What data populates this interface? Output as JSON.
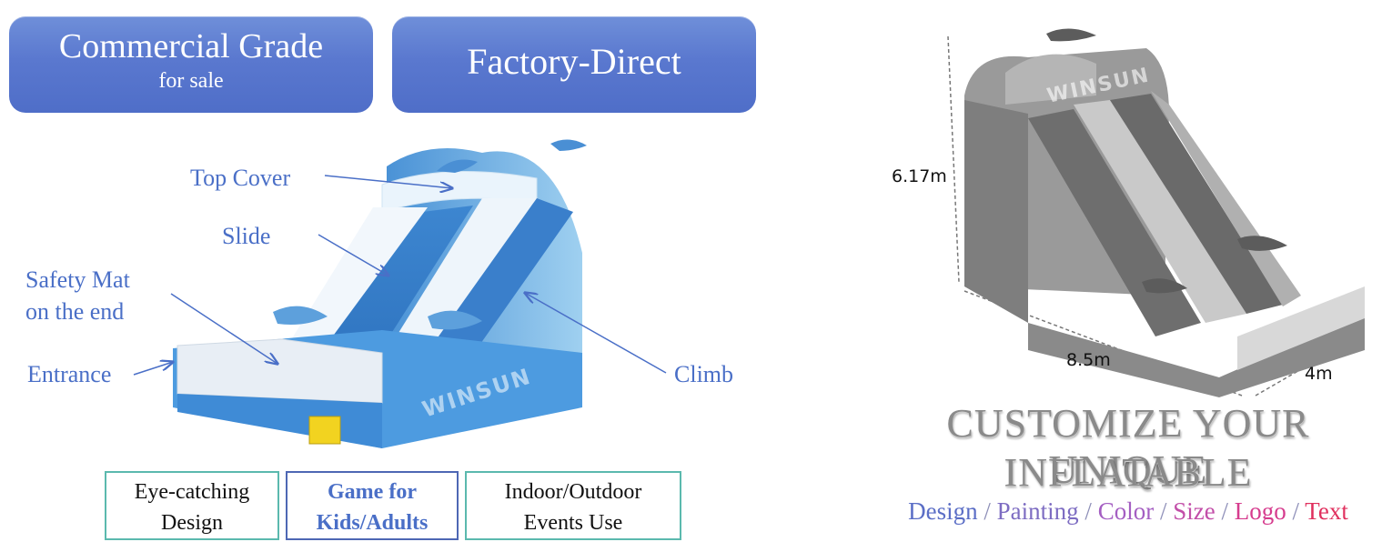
{
  "banners": {
    "commercial": {
      "title": "Commercial Grade",
      "subtitle": "for sale"
    },
    "factory": {
      "title": "Factory-Direct"
    }
  },
  "labels": {
    "top_cover": "Top Cover",
    "slide": "Slide",
    "safety_mat_line1": "Safety Mat",
    "safety_mat_line2": "on the end",
    "entrance": "Entrance",
    "climb": "Climb"
  },
  "features": [
    {
      "line1": "Eye-catching",
      "line2": "Design"
    },
    {
      "line1": "Game for",
      "line2": "Kids/Adults"
    },
    {
      "line1": "Indoor/Outdoor",
      "line2": "Events Use"
    }
  ],
  "dimensions": {
    "height": "6.17m",
    "length": "8.5m",
    "width": "4m"
  },
  "watermark": "WINSUN",
  "headline": {
    "line1": "CUSTOMIZE YOUR UNIQUE",
    "line2": "INFLATABLE"
  },
  "options": [
    {
      "label": "Design",
      "color": "#5b6ec6"
    },
    {
      "label": "Painting",
      "color": "#7d6cc2"
    },
    {
      "label": "Color",
      "color": "#a45ec2"
    },
    {
      "label": "Size",
      "color": "#c24ea8"
    },
    {
      "label": "Logo",
      "color": "#d63c8e"
    },
    {
      "label": "Text",
      "color": "#e0305e"
    }
  ],
  "separator": "/",
  "colors": {
    "banner": "#5a78cf",
    "label_blue": "#4a6fc7",
    "teal_border": "#5bb9ae",
    "navy_border": "#4e67b4"
  }
}
